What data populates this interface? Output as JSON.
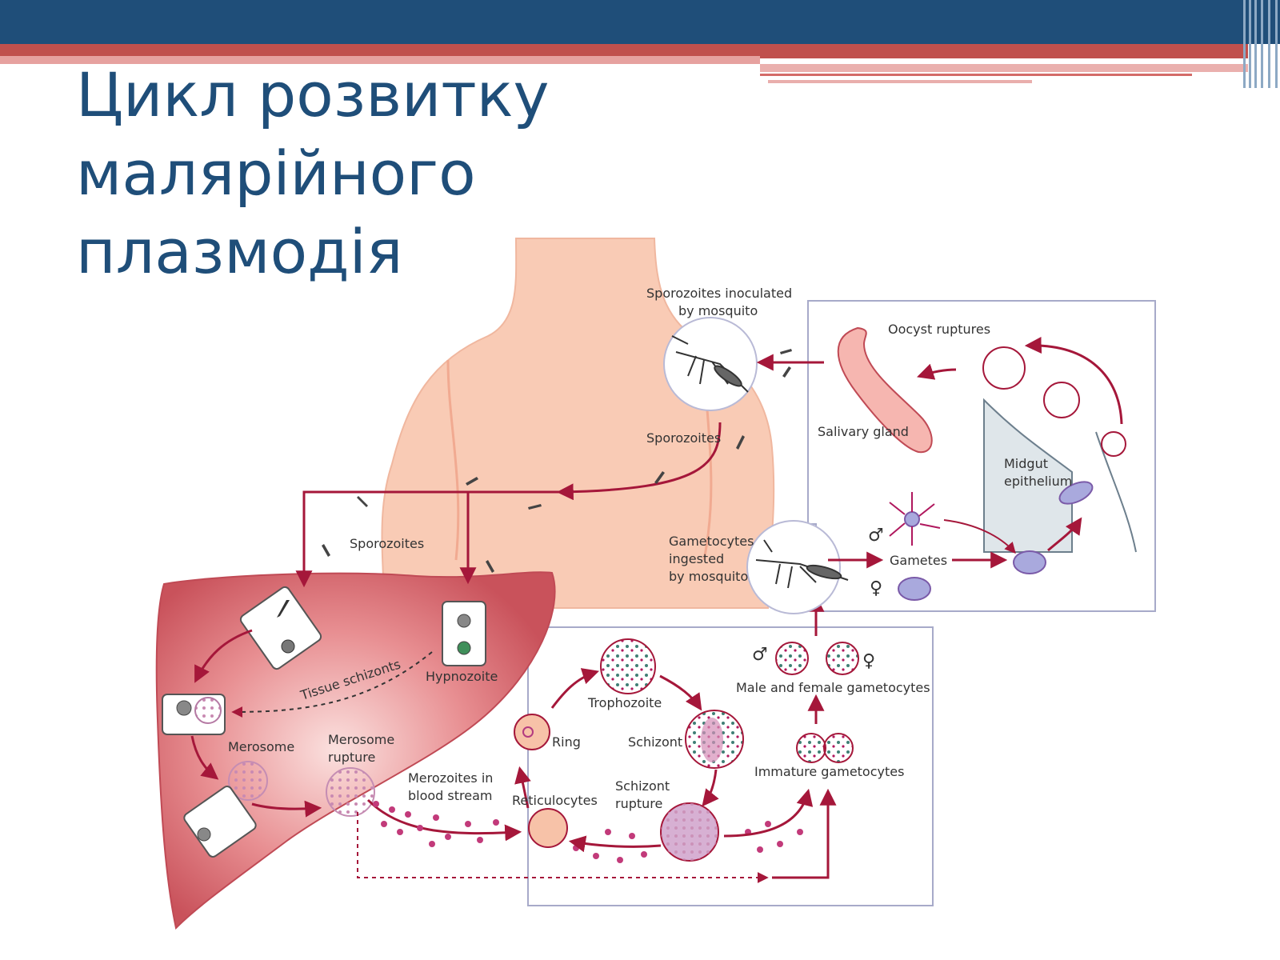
{
  "slide": {
    "title_line1": "Цикл розвитку малярійного",
    "title_line2": "плазмодія"
  },
  "diagram": {
    "labels": {
      "sporozoites_inoculated_1": "Sporozoites inoculated",
      "sporozoites_inoculated_2": "by mosquito",
      "oocyst_ruptures": "Oocyst ruptures",
      "salivary_gland": "Salivary gland",
      "midgut_1": "Midgut",
      "midgut_2": "epithelium",
      "sporozoites_body": "Sporozoites",
      "sporozoites_liver": "Sporozoites",
      "gametocytes_ingested_1": "Gametocytes",
      "gametocytes_ingested_2": "ingested",
      "gametocytes_ingested_3": "by mosquito",
      "gametes": "Gametes",
      "tissue_schizonts": "Tissue schizonts",
      "hypnozoite": "Hypnozoite",
      "merosome": "Merosome",
      "merosome_rupture_1": "Merosome",
      "merosome_rupture_2": "rupture",
      "merozoites_1": "Merozoites in",
      "merozoites_2": "blood stream",
      "trophozoite": "Trophozoite",
      "ring": "Ring",
      "schizont": "Schizont",
      "reticulocytes": "Reticulocytes",
      "schizont_rupture_1": "Schizont",
      "schizont_rupture_2": "rupture",
      "male_female_gametocytes": "Male and female gametocytes",
      "immature_gametocytes": "Immature gametocytes",
      "male_symbol": "♂",
      "female_symbol": "♀"
    },
    "colors": {
      "title": "#1f4e79",
      "arrow": "#a5173a",
      "skin": "#f9cbb5",
      "liver": "#d9686e",
      "cell_blue": "#a9a9dd",
      "box_border": "#a7aac9"
    }
  }
}
